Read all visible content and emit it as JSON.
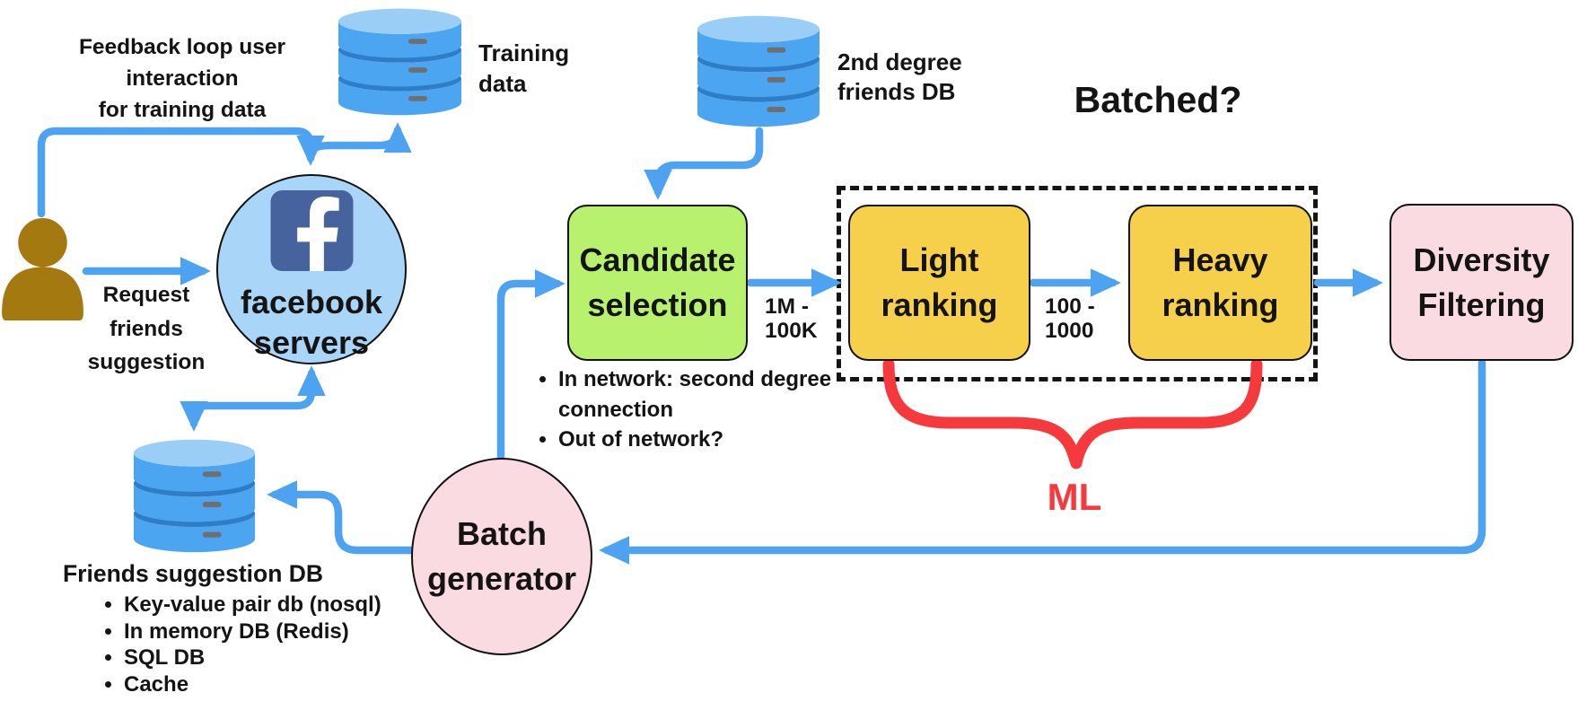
{
  "title": {
    "batched_question": "Batched?"
  },
  "nodes": {
    "facebook_servers": {
      "label": "facebook servers"
    },
    "candidate_selection": {
      "label": "Candidate selection"
    },
    "light_ranking": {
      "label": "Light ranking"
    },
    "heavy_ranking": {
      "label": "Heavy ranking"
    },
    "diversity_filtering": {
      "label": "Diversity Filtering"
    },
    "batch_generator": {
      "label": "Batch generator"
    }
  },
  "databases": {
    "training": {
      "label": "Training\ndata"
    },
    "second_degree": {
      "label": "2nd degree\nfriends DB"
    },
    "friends_suggestion": {
      "label": "Friends suggestion DB",
      "notes": [
        "Key-value pair db (nosql)",
        "In memory DB (Redis)",
        "SQL DB",
        "Cache"
      ]
    }
  },
  "annotations": {
    "feedback_loop": "Feedback loop user\ninteraction\nfor training data",
    "request": "Request\nfriends\nsuggestion",
    "candidate_to_light_volume": "1M -\n100K",
    "light_to_heavy_volume": "100 -\n1000",
    "ml": "ML",
    "candidate_notes": [
      "In network: second degree connection",
      "Out of network?"
    ]
  },
  "colors": {
    "arrow_blue": "#4da3f2",
    "node_green": "#b8f16e",
    "node_yellow": "#f6d04b",
    "node_pink": "#fadbe1",
    "facebook_circle_blue": "#a9d5f8",
    "facebook_logo_blue": "#47639e",
    "ml_red": "#f6393d",
    "db_body_blue": "#4ba5f1",
    "db_band_blue": "#2d7dc9",
    "db_top_blue": "#9bcef7",
    "user_brown": "#a4790f"
  }
}
